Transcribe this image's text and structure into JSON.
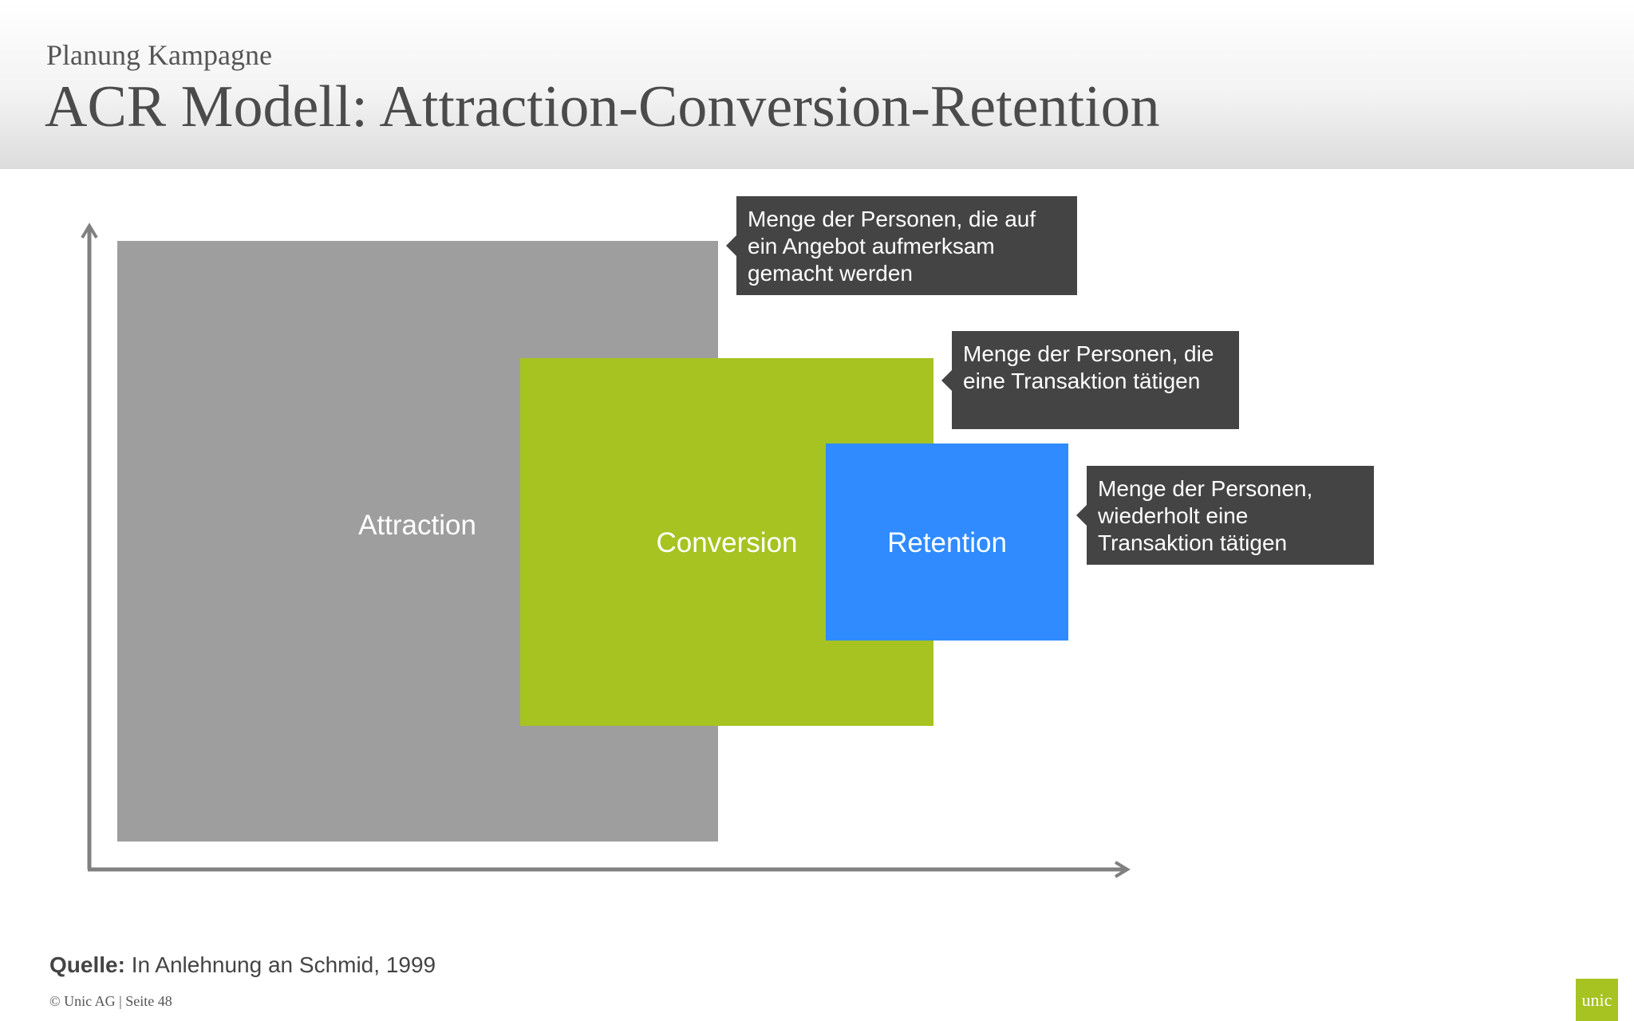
{
  "header": {
    "subtitle": "Planung Kampagne",
    "title": "ACR Modell: Attraction-Conversion-Retention"
  },
  "diagram": {
    "boxes": [
      {
        "id": "attraction",
        "label": "Attraction",
        "color": "#9e9e9e"
      },
      {
        "id": "conversion",
        "label": "Conversion",
        "color": "#a6c321"
      },
      {
        "id": "retention",
        "label": "Retention",
        "color": "#2f8bff"
      }
    ],
    "callouts": [
      {
        "target": "attraction",
        "lines": [
          "Menge der Personen, die auf",
          "ein Angebot aufmerksam",
          "gemacht werden"
        ]
      },
      {
        "target": "conversion",
        "lines": [
          "Menge der Personen, die",
          "eine Transaktion tätigen"
        ]
      },
      {
        "target": "retention",
        "lines": [
          "Menge der Personen,",
          "wiederholt eine",
          "Transaktion tätigen"
        ]
      }
    ],
    "callout_color": "#444444",
    "axis_color": "#808080"
  },
  "source": {
    "label": "Quelle:",
    "text": " In Anlehnung an Schmid, 1999"
  },
  "footer": {
    "text": "© Unic AG | Seite 48",
    "logo": "unic",
    "logo_color": "#a6c321"
  }
}
